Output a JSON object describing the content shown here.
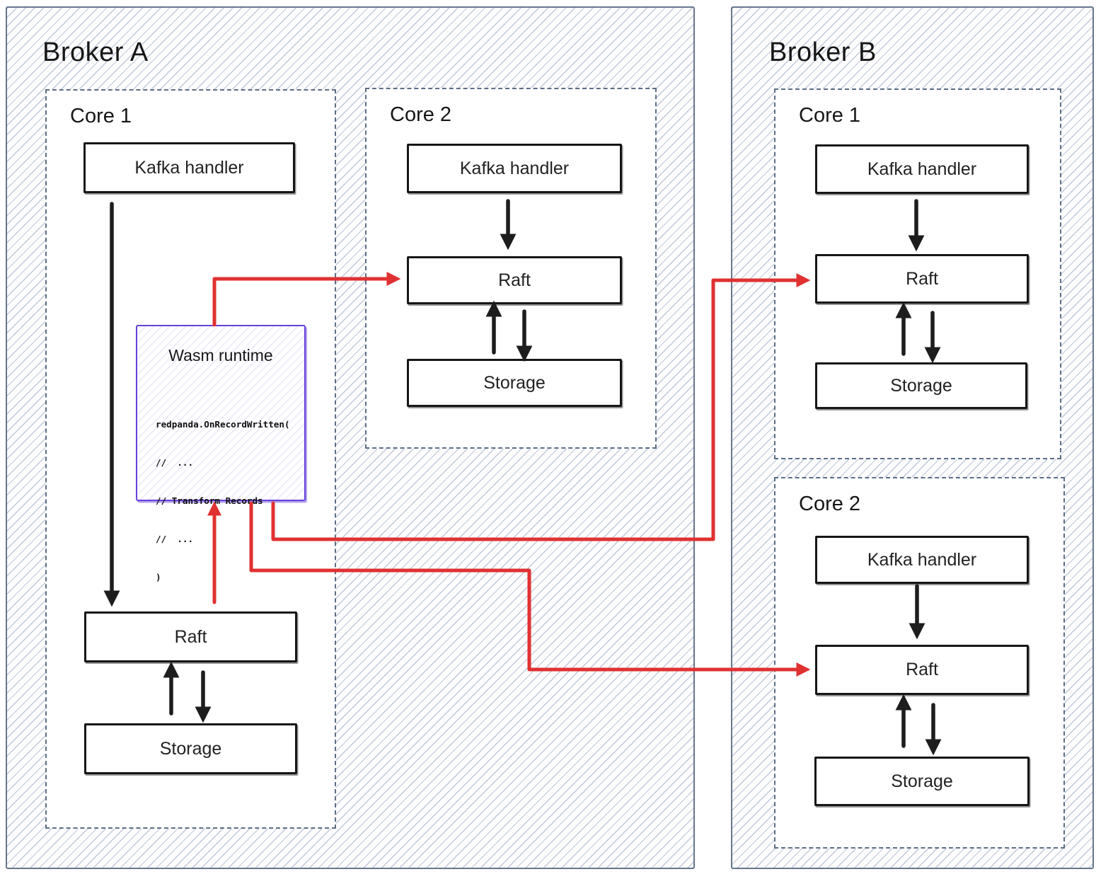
{
  "brokers": [
    {
      "name": "Broker A",
      "cores": [
        {
          "name": "Core 1",
          "nodes": {
            "kafka": "Kafka handler",
            "raft": "Raft",
            "storage": "Storage"
          }
        },
        {
          "name": "Core 2",
          "nodes": {
            "kafka": "Kafka handler",
            "raft": "Raft",
            "storage": "Storage"
          }
        }
      ]
    },
    {
      "name": "Broker B",
      "cores": [
        {
          "name": "Core 1",
          "nodes": {
            "kafka": "Kafka handler",
            "raft": "Raft",
            "storage": "Storage"
          }
        },
        {
          "name": "Core 2",
          "nodes": {
            "kafka": "Kafka handler",
            "raft": "Raft",
            "storage": "Storage"
          }
        }
      ]
    }
  ],
  "wasm": {
    "title": "Wasm runtime",
    "code_lines": [
      "redpanda.OnRecordWritten(",
      "//  ...",
      "// Transform Records",
      "//  ...",
      ")"
    ]
  },
  "connections": [
    {
      "from": "Broker A / Core 1 / Kafka handler",
      "to": "Broker A / Core 1 / Raft",
      "color": "black"
    },
    {
      "from": "Broker A / Core 1 / Raft",
      "to": "Wasm runtime",
      "color": "red"
    },
    {
      "from": "Wasm runtime",
      "to": "Broker A / Core 2 / Raft",
      "color": "red"
    },
    {
      "from": "Wasm runtime",
      "to": "Broker B / Core 1 / Raft",
      "color": "red"
    },
    {
      "from": "Wasm runtime",
      "to": "Broker B / Core 2 / Raft",
      "color": "red"
    },
    {
      "from": "Kafka handler",
      "to": "Raft",
      "color": "black",
      "note": "down arrow inside every core"
    },
    {
      "from": "Raft",
      "to": "Storage",
      "color": "black",
      "note": "bidirectional arrows inside every core"
    }
  ],
  "colors": {
    "red_arrow": "#e03131",
    "purple_accent": "#6741d9",
    "frame_border": "#65768e",
    "ink": "#1b1b1b"
  }
}
